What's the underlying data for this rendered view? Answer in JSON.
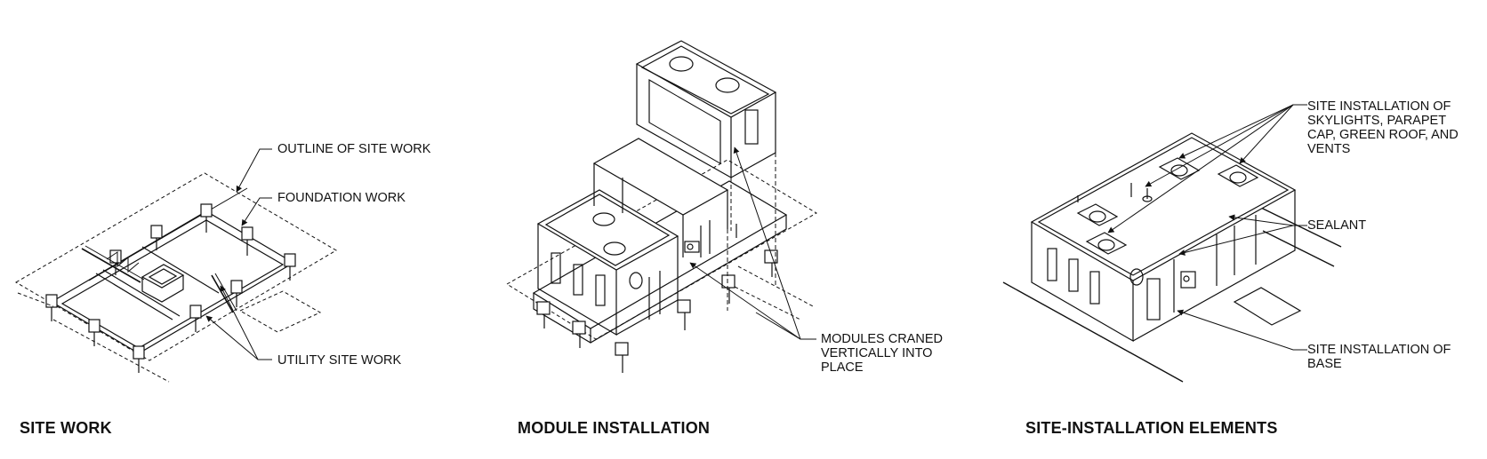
{
  "panels": [
    {
      "caption": "SITE WORK",
      "labels": {
        "outline": "OUTLINE OF SITE WORK",
        "foundation": "FOUNDATION WORK",
        "utility": "UTILITY SITE WORK"
      }
    },
    {
      "caption": "MODULE INSTALLATION",
      "labels": {
        "cranedLines": [
          "MODULES CRANED",
          "VERTICALLY INTO",
          "PLACE"
        ]
      }
    },
    {
      "caption": "SITE-INSTALLATION ELEMENTS",
      "labels": {
        "skylightLines": [
          "SITE INSTALLATION OF",
          "SKYLIGHTS, PARAPET",
          "CAP, GREEN ROOF, AND",
          "VENTS"
        ],
        "sealant": "SEALANT",
        "baseLines": [
          "SITE INSTALLATION OF",
          "BASE"
        ]
      }
    }
  ]
}
